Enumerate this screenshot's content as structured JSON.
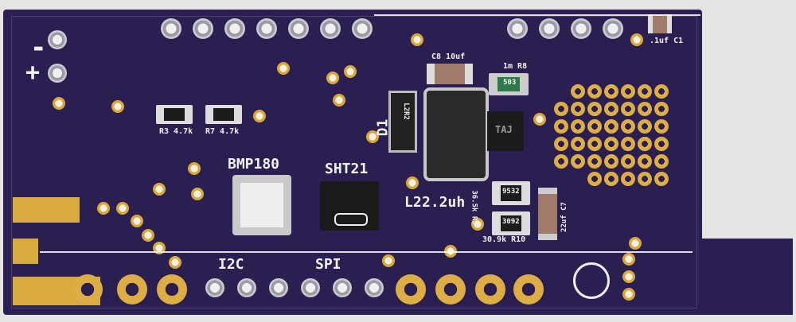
{
  "board": {
    "color": "#2b1f52",
    "silkscreen": {
      "minus": "-",
      "plus": "+",
      "bmp180": "BMP180",
      "sht21": "SHT21",
      "i2c": "I2C",
      "spi": "SPI",
      "d1": "D1",
      "l2": "L2",
      "l2_value": "2.2uh",
      "c8": "C8 10uf",
      "r8": "1m R8",
      "r3": "R3 4.7k",
      "r7": "R7 4.7k",
      "r9": "36.5k R9",
      "r10": "30.9k R10",
      "c7": "22uf C7",
      "c1": ".1uf C1",
      "r8_marking": "503",
      "r9_marking": "9532",
      "r10_marking": "3092",
      "inductor_marking": "L2R2",
      "ic_marking": "TAJ"
    }
  }
}
